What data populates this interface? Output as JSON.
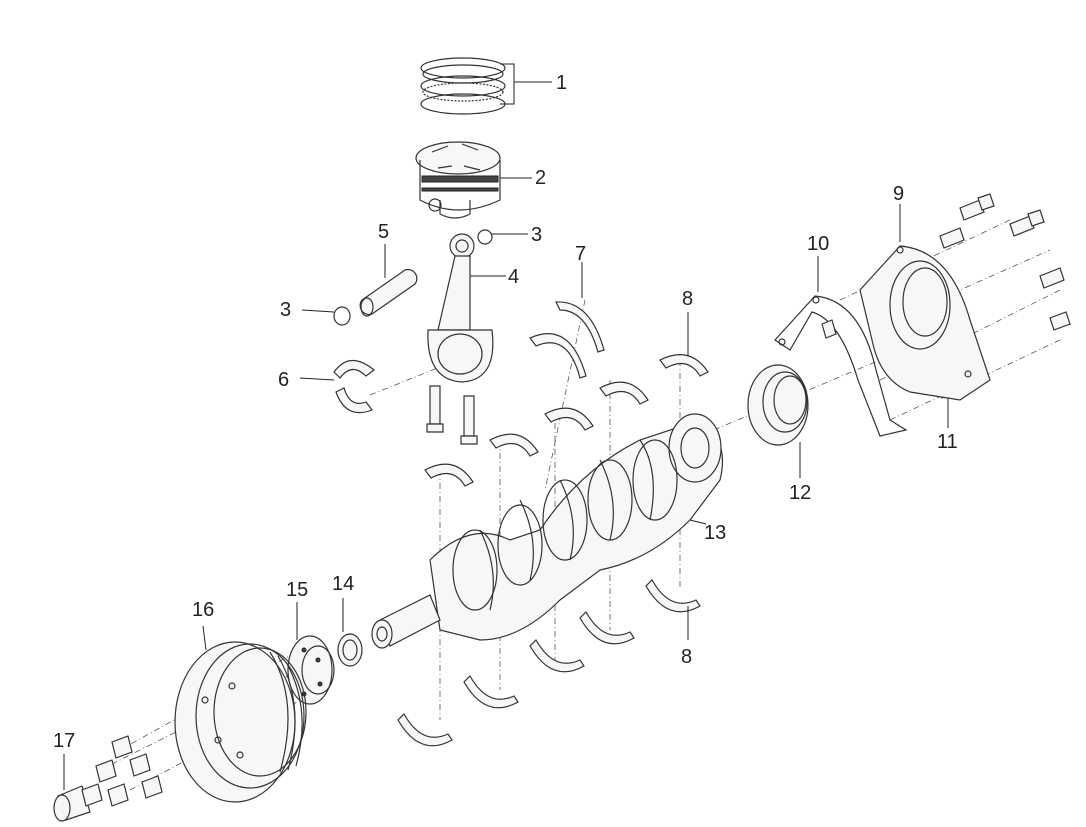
{
  "callouts": [
    {
      "id": "1",
      "text": "1"
    },
    {
      "id": "2",
      "text": "2"
    },
    {
      "id": "3a",
      "text": "3"
    },
    {
      "id": "3b",
      "text": "3"
    },
    {
      "id": "4",
      "text": "4"
    },
    {
      "id": "5",
      "text": "5"
    },
    {
      "id": "6",
      "text": "6"
    },
    {
      "id": "7",
      "text": "7"
    },
    {
      "id": "8a",
      "text": "8"
    },
    {
      "id": "8b",
      "text": "8"
    },
    {
      "id": "9",
      "text": "9"
    },
    {
      "id": "10",
      "text": "10"
    },
    {
      "id": "11",
      "text": "11"
    },
    {
      "id": "12",
      "text": "12"
    },
    {
      "id": "13",
      "text": "13"
    },
    {
      "id": "14",
      "text": "14"
    },
    {
      "id": "15",
      "text": "15"
    },
    {
      "id": "16",
      "text": "16"
    },
    {
      "id": "17",
      "text": "17"
    }
  ],
  "colors": {
    "line": "#333333",
    "background": "#ffffff"
  }
}
